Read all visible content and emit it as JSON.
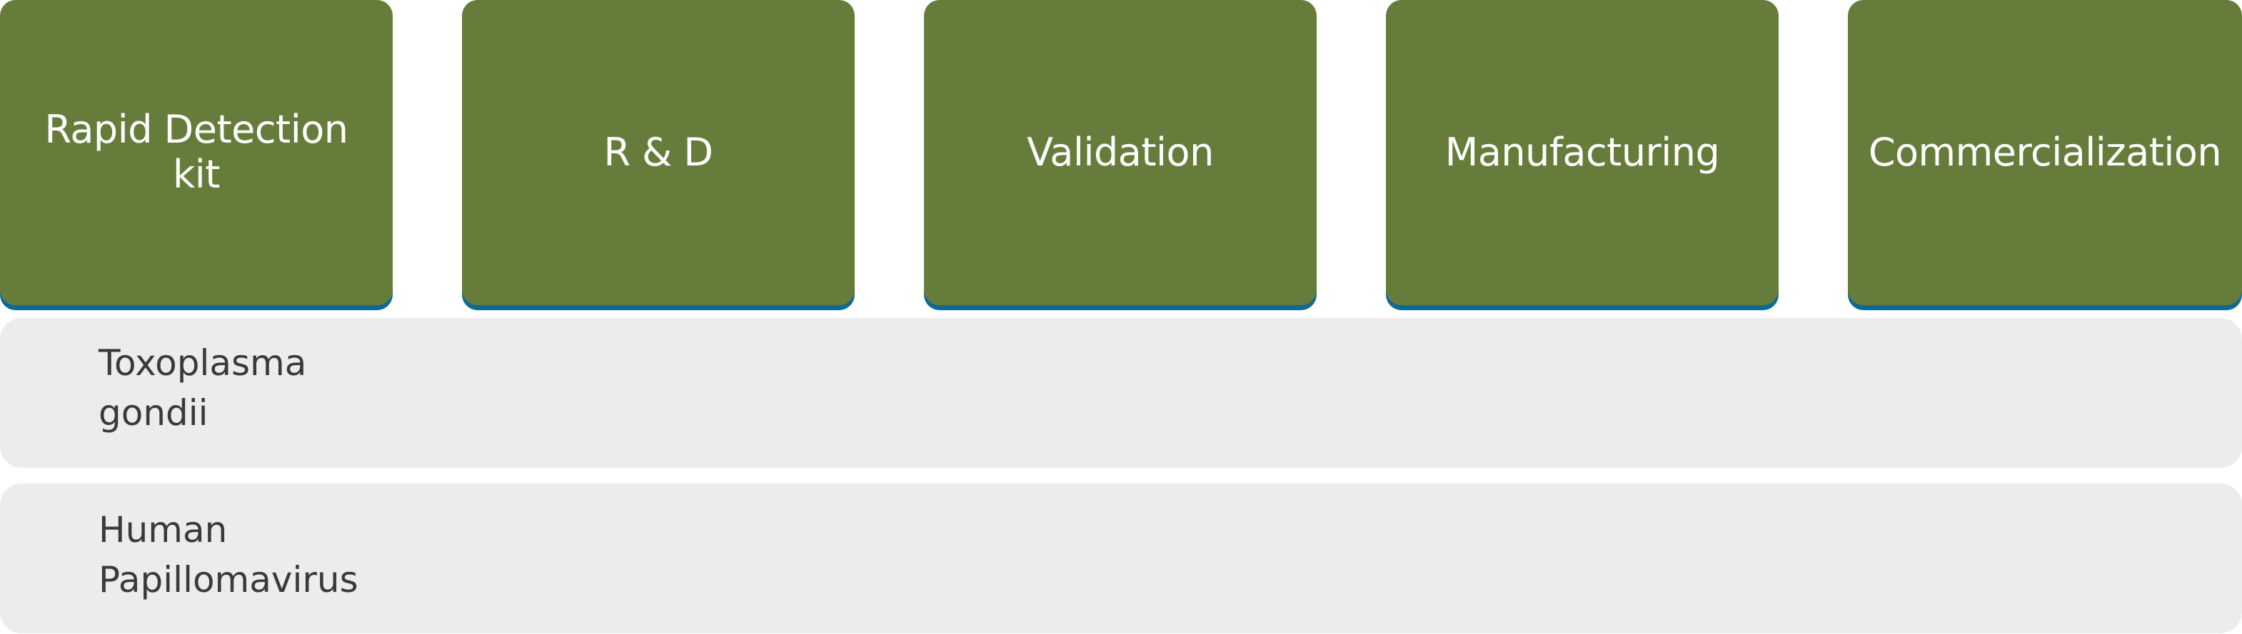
{
  "columns": [
    {
      "label": "Rapid Detection\nkit"
    },
    {
      "label": "R & D"
    },
    {
      "label": "Validation"
    },
    {
      "label": "Manufacturing"
    },
    {
      "label": "Commercialization"
    }
  ],
  "rows": [
    {
      "label": "Toxoplasma\ngondii"
    },
    {
      "label": "Human\nPapillomavirus"
    }
  ],
  "colors": {
    "header_fill": "#667c3a",
    "header_shadow": "#0f6a93",
    "row_fill": "#ececec",
    "row_text": "#3a3a3a"
  }
}
